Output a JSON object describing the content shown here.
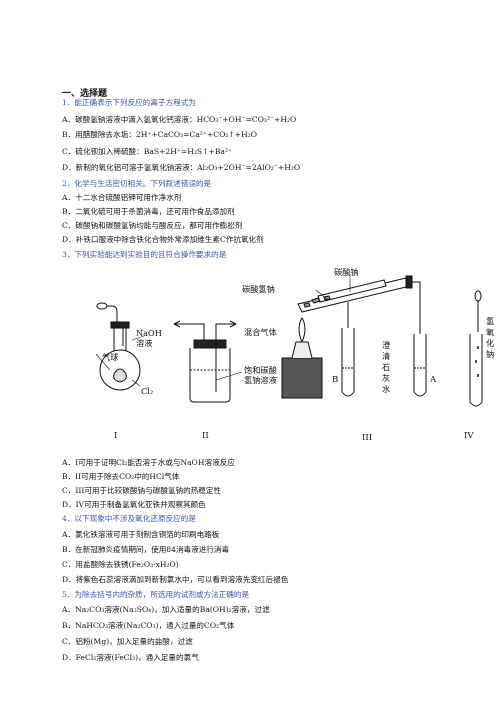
{
  "section_title": "一、选择题",
  "q1": {
    "stem": "1．能正确表示下列反应的离子方程式为",
    "A": "A．碳酸氢钠溶液中滴入氢氧化钙溶液：HCO₃⁻+OH⁻=CO₃²⁻+H₂O",
    "B": "B．用醋酸除去水垢：2H⁺+CaCO₃=Ca²⁺+CO₂↑+H₂O",
    "C": "C．硫化钡加入稀硫酸：BaS+2H⁺=H₂S↑+Ba²⁺",
    "D": "D．新制的氧化铝可溶于氢氧化钠溶液：Al₂O₃+2OH⁻=2AlO₂⁻+H₂O"
  },
  "q2": {
    "stem": "2．化学与生活密切相关。下列叙述错误的是",
    "A": "A．十二水合硫酸铝钾可用作净水剂",
    "B": "B．二氧化硫可用于杀菌消毒，还可用作食品添加剂",
    "C": "C．碳酸钠和碳酸氢钠均能与酸反应，都可用作膨松剂",
    "D": "D．补铁口服液中除含铁化合物外常添加维生素C作抗氧化剂"
  },
  "q3": {
    "stem": "3．下列实验能达到实验目的且符合操作要求的是",
    "A": "A．I可用于证明Cl₂能否溶于水或与NaOH溶液反应",
    "B": "B．II可用于除去CO₂中的HCl气体",
    "C": "C．III可用于比较碳酸钠与碳酸氢钠的热稳定性",
    "D": "D．IV可用于制备氢氧化亚铁并观察其颜色"
  },
  "figure": {
    "label_I": "I",
    "label_II": "II",
    "label_III": "III",
    "label_IV": "IV",
    "naoh_line1": "NaOH",
    "naoh_line2": "溶液",
    "balloon": "气球",
    "cl2": "Cl₂",
    "mixed_gas": "混合气体",
    "saturated_line1": "饱和碳酸",
    "saturated_line2": "氢钠溶液",
    "sodium_carbonate": "碳酸钠",
    "sodium_bicarbonate": "碳酸氢钠",
    "limewater_chars": [
      "澄",
      "清",
      "石",
      "灰",
      "水"
    ],
    "tube_A": "A",
    "tube_B": "B",
    "iv_chars1": [
      "氢",
      "氧",
      "化"
    ],
    "iv_chars2": [
      "钠"
    ]
  },
  "q4": {
    "stem": "4．以下现象中不涉及氧化还原反应的是",
    "A": "A．氯化铁溶液可用于刻制含铜箔的印刷电路板",
    "B": "B．在新冠肺炎疫情期间，使用84消毒液进行消毒",
    "C": "C．用盐酸除去铁锈(Fe₂O₃·xH₂O)",
    "D": "D．将紫色石蕊溶液滴加到新制氯水中，可以看到溶液先变红后褪色"
  },
  "q5": {
    "stem": "5．为除去括号内的杂质，所选用的试剂或方法正确的是",
    "A": "A．Na₂CO₃溶液(Na₂SO₄)，加入适量的Ba(OH)₂溶液，过滤",
    "B": "B．NaHCO₃溶液(Na₂CO₃)，通入过量的CO₂气体",
    "C": "C．铝粉(Mg)，加入足量的盐酸，过滤",
    "D": "D．FeCl₂溶液(FeCl₃)，通入足量的氯气"
  }
}
